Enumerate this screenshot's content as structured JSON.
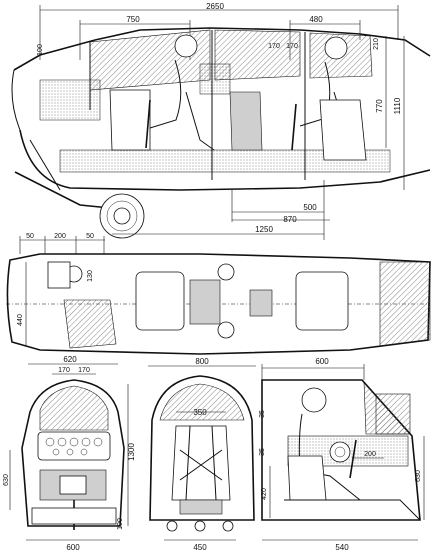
{
  "side_view": {
    "dims": {
      "total_length": "2650",
      "front_cabin": "750",
      "rear_cabin": "480",
      "h100": "100",
      "h170a": "170",
      "h170b": "170",
      "h210": "210",
      "h770": "770",
      "h1110": "1110",
      "d500": "500",
      "d870": "870",
      "d1250": "1250"
    }
  },
  "plan_view": {
    "dims": {
      "d50a": "50",
      "d200": "200",
      "d50b": "50",
      "d130": "130",
      "d440": "440"
    }
  },
  "front_section": {
    "dims": {
      "w620": "620",
      "w170a": "170",
      "w170b": "170",
      "h1300": "1300",
      "h630": "630",
      "h100": "100",
      "w600": "600"
    }
  },
  "rear_section": {
    "dims": {
      "w800": "800",
      "w350": "350",
      "w450": "450"
    }
  },
  "cockpit_detail": {
    "dims": {
      "w600": "600",
      "h35a": "35",
      "h35b": "35",
      "h420": "420",
      "w200": "200",
      "h630": "630",
      "w540": "540"
    }
  }
}
